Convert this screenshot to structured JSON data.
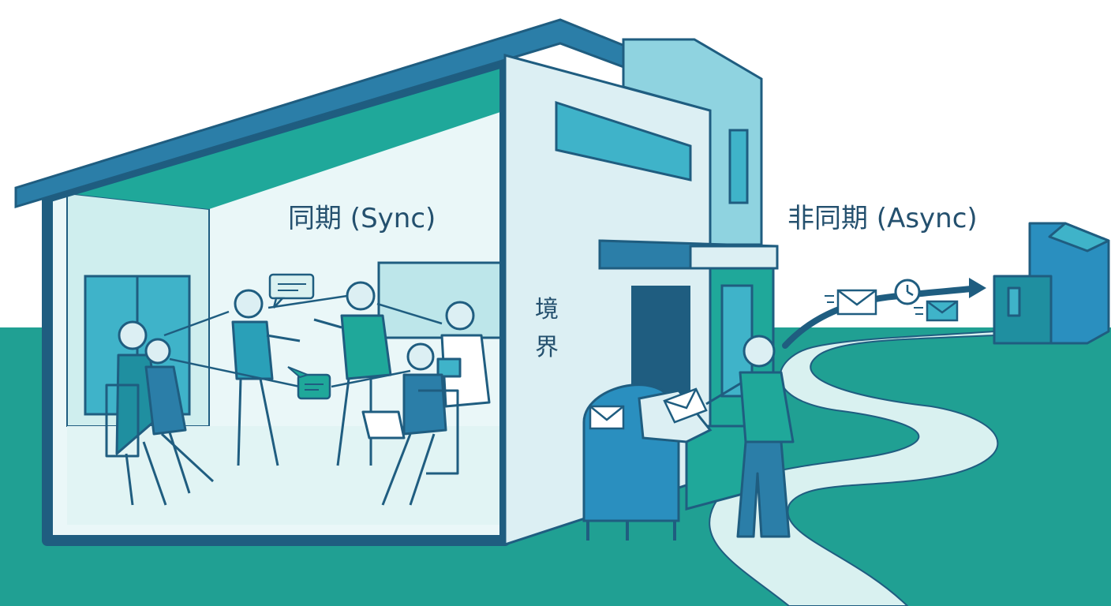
{
  "labels": {
    "sync": "同期 (Sync)",
    "async": "非同期 (Async)",
    "boundary_line1": "境",
    "boundary_line2": "界"
  },
  "colors": {
    "outline": "#1f5d80",
    "teal": "#1fa89a",
    "ground": "#20a093",
    "pale": "#d9f1f0",
    "blue": "#2a8fbf",
    "text": "#24506e"
  },
  "icons": [
    "speech-bubble-icon",
    "envelope-icon",
    "clock-icon",
    "arrow-right-icon",
    "laptop-icon",
    "mailbox-icon"
  ]
}
